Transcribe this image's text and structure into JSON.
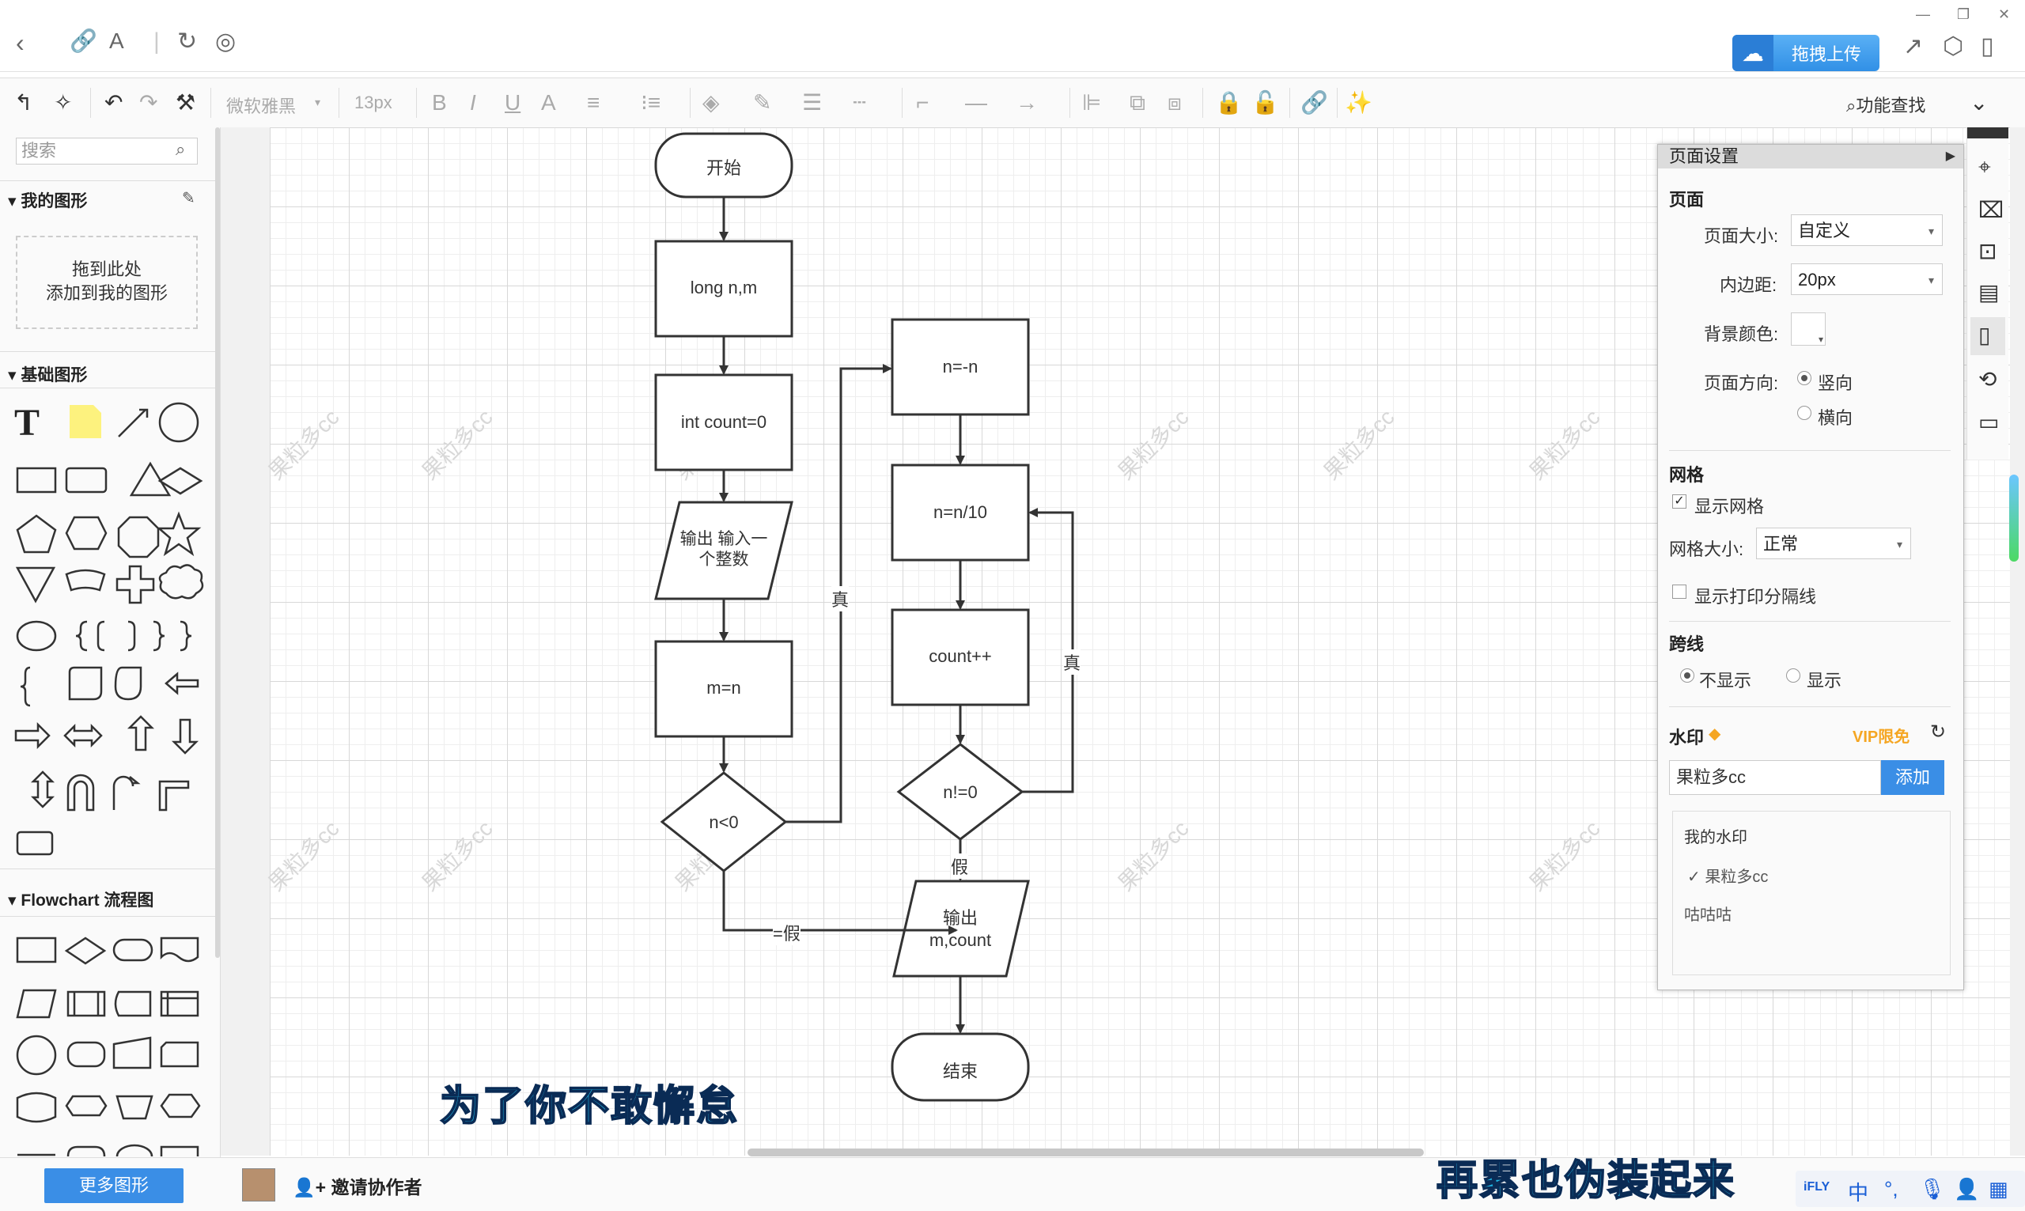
{
  "toolbar": {
    "font": "微软雅黑",
    "size": "13px",
    "bold": "B",
    "italic": "I",
    "underline": "U",
    "fontcolor": "A",
    "search_label": "功能查找"
  },
  "titlebar": {
    "upload_label": "拖拽上传"
  },
  "sidebar": {
    "search_placeholder": "搜索",
    "my_shapes": "我的图形",
    "drop_hint_1": "拖到此处",
    "drop_hint_2": "添加到我的图形",
    "basic_shapes": "基础图形",
    "flowchart": "Flowchart 流程图",
    "more_shapes": "更多图形"
  },
  "flowchart": {
    "start": "开始",
    "decl": "long n,m",
    "init": "int count=0",
    "input_1": "输出 输入一",
    "input_2": "个整数",
    "assign": "m=n",
    "cond1": "n<0",
    "neg": "n=-n",
    "div": "n=n/10",
    "inc": "count++",
    "cond2": "n!=0",
    "output_1": "输出",
    "output_2": "m,count",
    "end": "结束",
    "label_true1": "真",
    "label_true2": "真",
    "label_false1": "=假",
    "label_false2": "假"
  },
  "watermark_text": "果粒多cc",
  "panel": {
    "title": "页面设置",
    "page_section": "页面",
    "page_size_label": "页面大小:",
    "page_size_value": "自定义",
    "padding_label": "内边距:",
    "padding_value": "20px",
    "bg_label": "背景颜色:",
    "orient_label": "页面方向:",
    "orient_portrait": "竖向",
    "orient_landscape": "横向",
    "grid_section": "网格",
    "show_grid": "显示网格",
    "grid_size_label": "网格大小:",
    "grid_size_value": "正常",
    "show_print_lines": "显示打印分隔线",
    "crossline_section": "跨线",
    "cross_hide": "不显示",
    "cross_show": "显示",
    "watermark_section": "水印",
    "vip_label": "VIP限免",
    "watermark_input": "果粒多cc",
    "add_label": "添加",
    "my_watermarks": "我的水印",
    "wm_item_1": "果粒多cc",
    "wm_item_2": "咕咕咕"
  },
  "bottom": {
    "invite": "邀请协作者",
    "caption_1": "为了你不敢懈怠",
    "caption_2": "再累也伪装起来",
    "ime_lang": "中"
  },
  "colors": {
    "accent": "#3a8ee6",
    "vip": "#f5a623",
    "caption": "#1fb7e6"
  }
}
